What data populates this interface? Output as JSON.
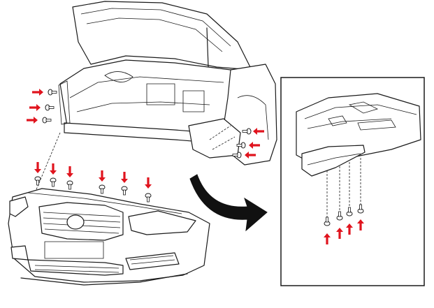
{
  "colors": {
    "line": "#1a1a1a",
    "arrow": "#e0141e",
    "background": "#ffffff",
    "callout_arrow": "#111111"
  },
  "icons": {
    "fastener_arrow": "red-arrow-icon",
    "fastener": "screw-clip-icon",
    "transition": "curved-arrow-icon"
  },
  "main_view": {
    "left_side_fasteners": 3,
    "right_side_fasteners": 3,
    "grille_top_fasteners": 6
  },
  "detail_view": {
    "underbody_fasteners": 4
  }
}
